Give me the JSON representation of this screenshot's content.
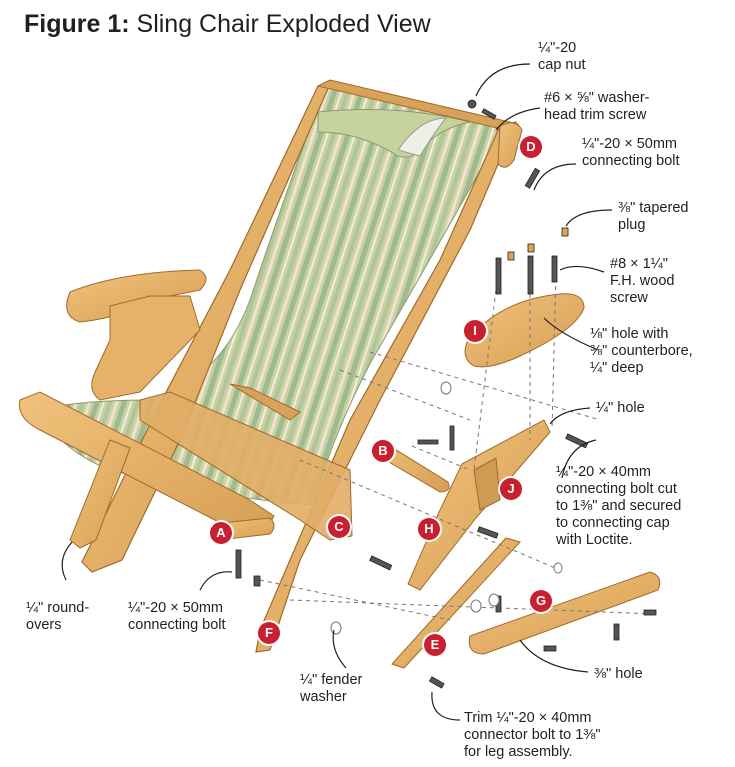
{
  "title": {
    "bold": "Figure 1:",
    "rest": " Sling Chair Exploded View"
  },
  "colors": {
    "badge": "#c8202f",
    "wood": "#e3b06a",
    "wood_dark": "#b9803c",
    "fabric_green": "#b7c98b",
    "fabric_stripe": "#f3d4c4"
  },
  "part_labels": [
    "A",
    "B",
    "C",
    "D",
    "E",
    "F",
    "G",
    "H",
    "I",
    "J"
  ],
  "callouts": {
    "cap_nut": [
      "¼\"-20",
      "cap nut"
    ],
    "trim_screw": [
      "#6 × ⅝\" washer-",
      "head trim screw"
    ],
    "bolt_top": [
      "¼\"-20 × 50mm",
      "connecting bolt"
    ],
    "tapered_plug": [
      "⅜\" tapered",
      "plug"
    ],
    "wood_screw": [
      "#8 × 1¼\"",
      "F.H. wood",
      "screw"
    ],
    "hole_counterbore": [
      "⅛\" hole with",
      "⅜\" counterbore,",
      "¼\" deep"
    ],
    "quarter_hole": [
      "¼\" hole"
    ],
    "bolt_cut": [
      "¼\"-20 × 40mm",
      "connecting bolt cut",
      "to 1⅜\" and secured",
      "to connecting cap",
      "with Loctite."
    ],
    "roundovers": [
      "¼\" round-",
      "overs"
    ],
    "bolt_bottom": [
      "¼\"-20 × 50mm",
      "connecting bolt"
    ],
    "fender_washer": [
      "¼\" fender",
      "washer"
    ],
    "three_eighths_hole": [
      "⅜\" hole"
    ],
    "trim_bolt": [
      "Trim ¼\"-20 × 40mm",
      "connector bolt to 1⅜\"",
      "for leg assembly."
    ]
  }
}
